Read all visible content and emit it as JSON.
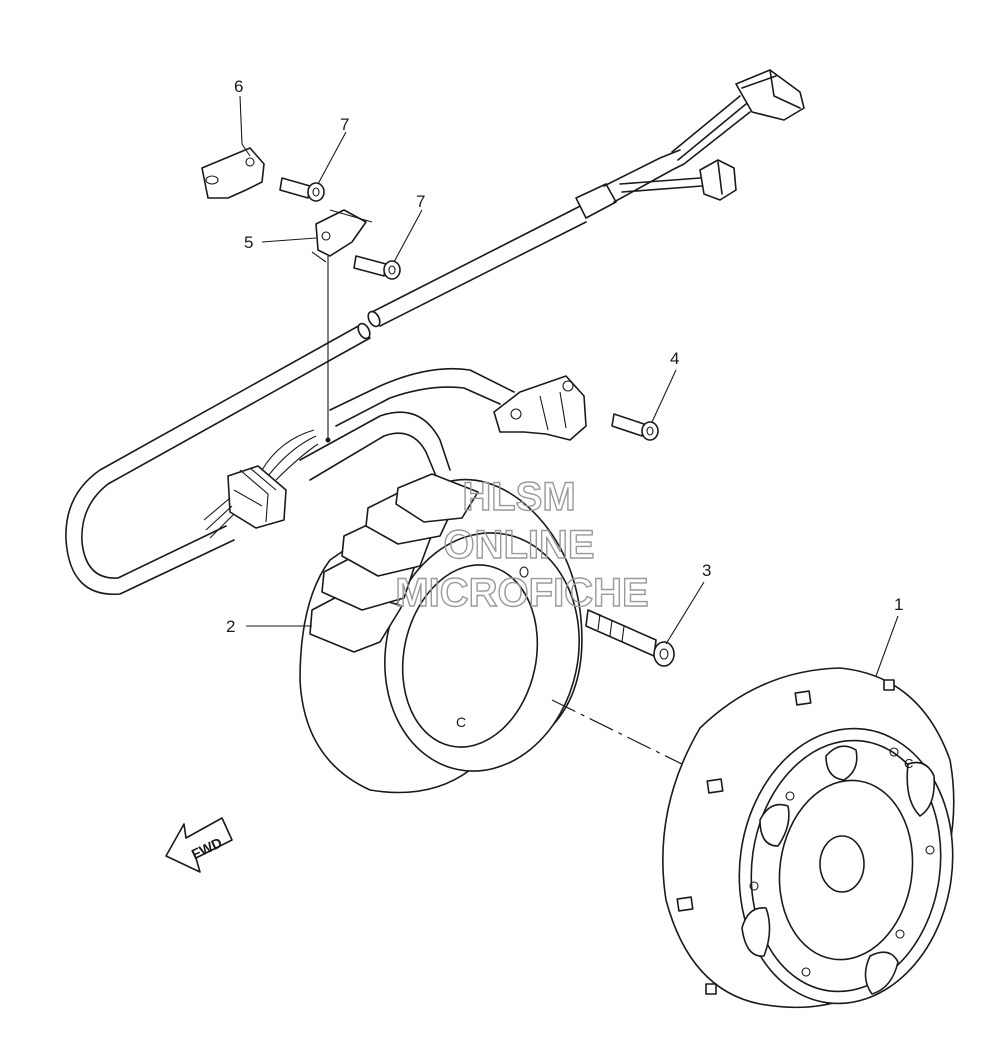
{
  "callouts": [
    {
      "id": "part-1",
      "label": "1"
    },
    {
      "id": "part-2",
      "label": "2"
    },
    {
      "id": "part-3",
      "label": "3"
    },
    {
      "id": "part-4",
      "label": "4"
    },
    {
      "id": "part-5",
      "label": "5"
    },
    {
      "id": "part-6",
      "label": "6"
    },
    {
      "id": "part-7a",
      "label": "7"
    },
    {
      "id": "part-7b",
      "label": "7"
    }
  ],
  "watermark": {
    "line1": "HLSM",
    "line2": "ONLINE",
    "line3": "MICROFICHE",
    "color": "#9a9a9a"
  },
  "direction_arrow": {
    "label": "FWD"
  },
  "colors": {
    "line": "#1a1a1a",
    "background": "#ffffff"
  }
}
